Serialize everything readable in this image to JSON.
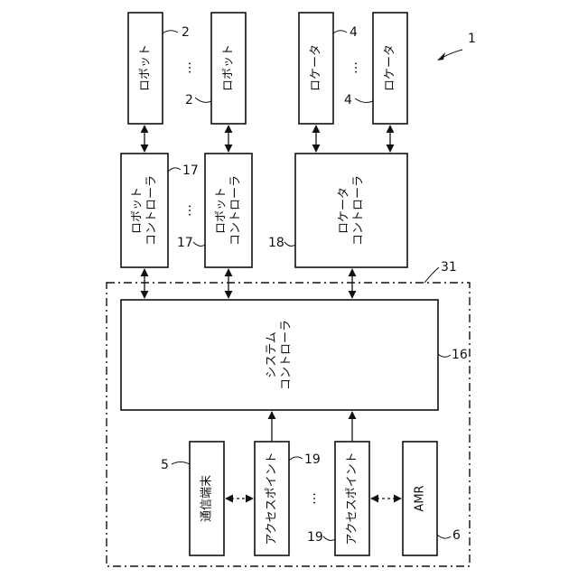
{
  "labels": {
    "robot": "ロボット",
    "locator": "ロケータ",
    "robot_controller_l1": "ロボット",
    "robot_controller_l2": "コントローラ",
    "locator_controller_l1": "ロケータ",
    "locator_controller_l2": "コントローラ",
    "system_controller_l1": "システム",
    "system_controller_l2": "コントローラ",
    "communication_terminal": "通信端末",
    "access_point": "アクセスポイント",
    "amr": "AMR",
    "ellipsis": "…"
  },
  "refs": {
    "system": "1",
    "robot": "2",
    "locator": "4",
    "terminal": "5",
    "amr": "6",
    "system_controller": "16",
    "robot_controller": "17",
    "locator_controller": "18",
    "access_point": "19",
    "boundary": "31"
  }
}
